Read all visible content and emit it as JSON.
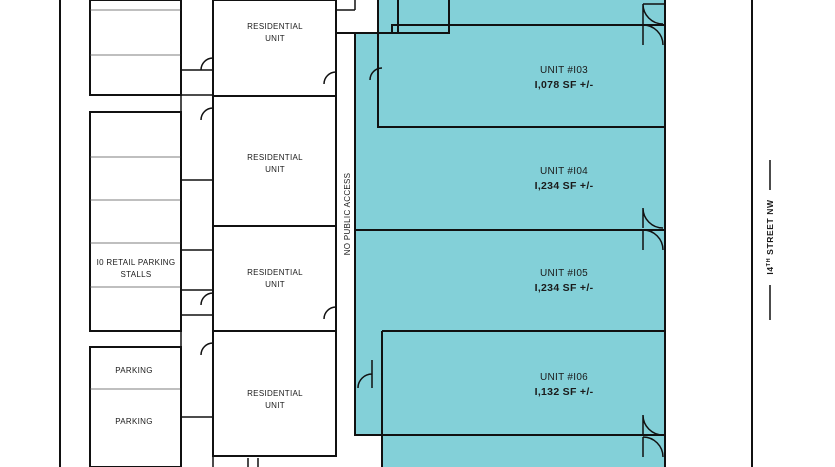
{
  "colors": {
    "retail": "#83d0d8",
    "wall": "#111111",
    "background": "#ffffff"
  },
  "residential_units": [
    {
      "label_line1": "RESIDENTIAL",
      "label_line2": "UNIT"
    },
    {
      "label_line1": "RESIDENTIAL",
      "label_line2": "UNIT"
    },
    {
      "label_line1": "RESIDENTIAL",
      "label_line2": "UNIT"
    },
    {
      "label_line1": "RESIDENTIAL",
      "label_line2": "UNIT"
    }
  ],
  "retail_units": [
    {
      "name": "UNIT #I03",
      "area": "I,078 SF +/-"
    },
    {
      "name": "UNIT #I04",
      "area": "I,234 SF +/-"
    },
    {
      "name": "UNIT #I05",
      "area": "I,234 SF +/-"
    },
    {
      "name": "UNIT #I06",
      "area": "I,132 SF +/-"
    }
  ],
  "parking": {
    "retail_stalls_line1": "I0 RETAIL PARKING",
    "retail_stalls_line2": "STALLS",
    "stall_labels": [
      "PARKING",
      "PARKING"
    ]
  },
  "corridor_label": "NO PUBLIC ACCESS",
  "street": {
    "prefix": "I4",
    "superscript": "TH",
    "suffix": " STREET NW"
  }
}
